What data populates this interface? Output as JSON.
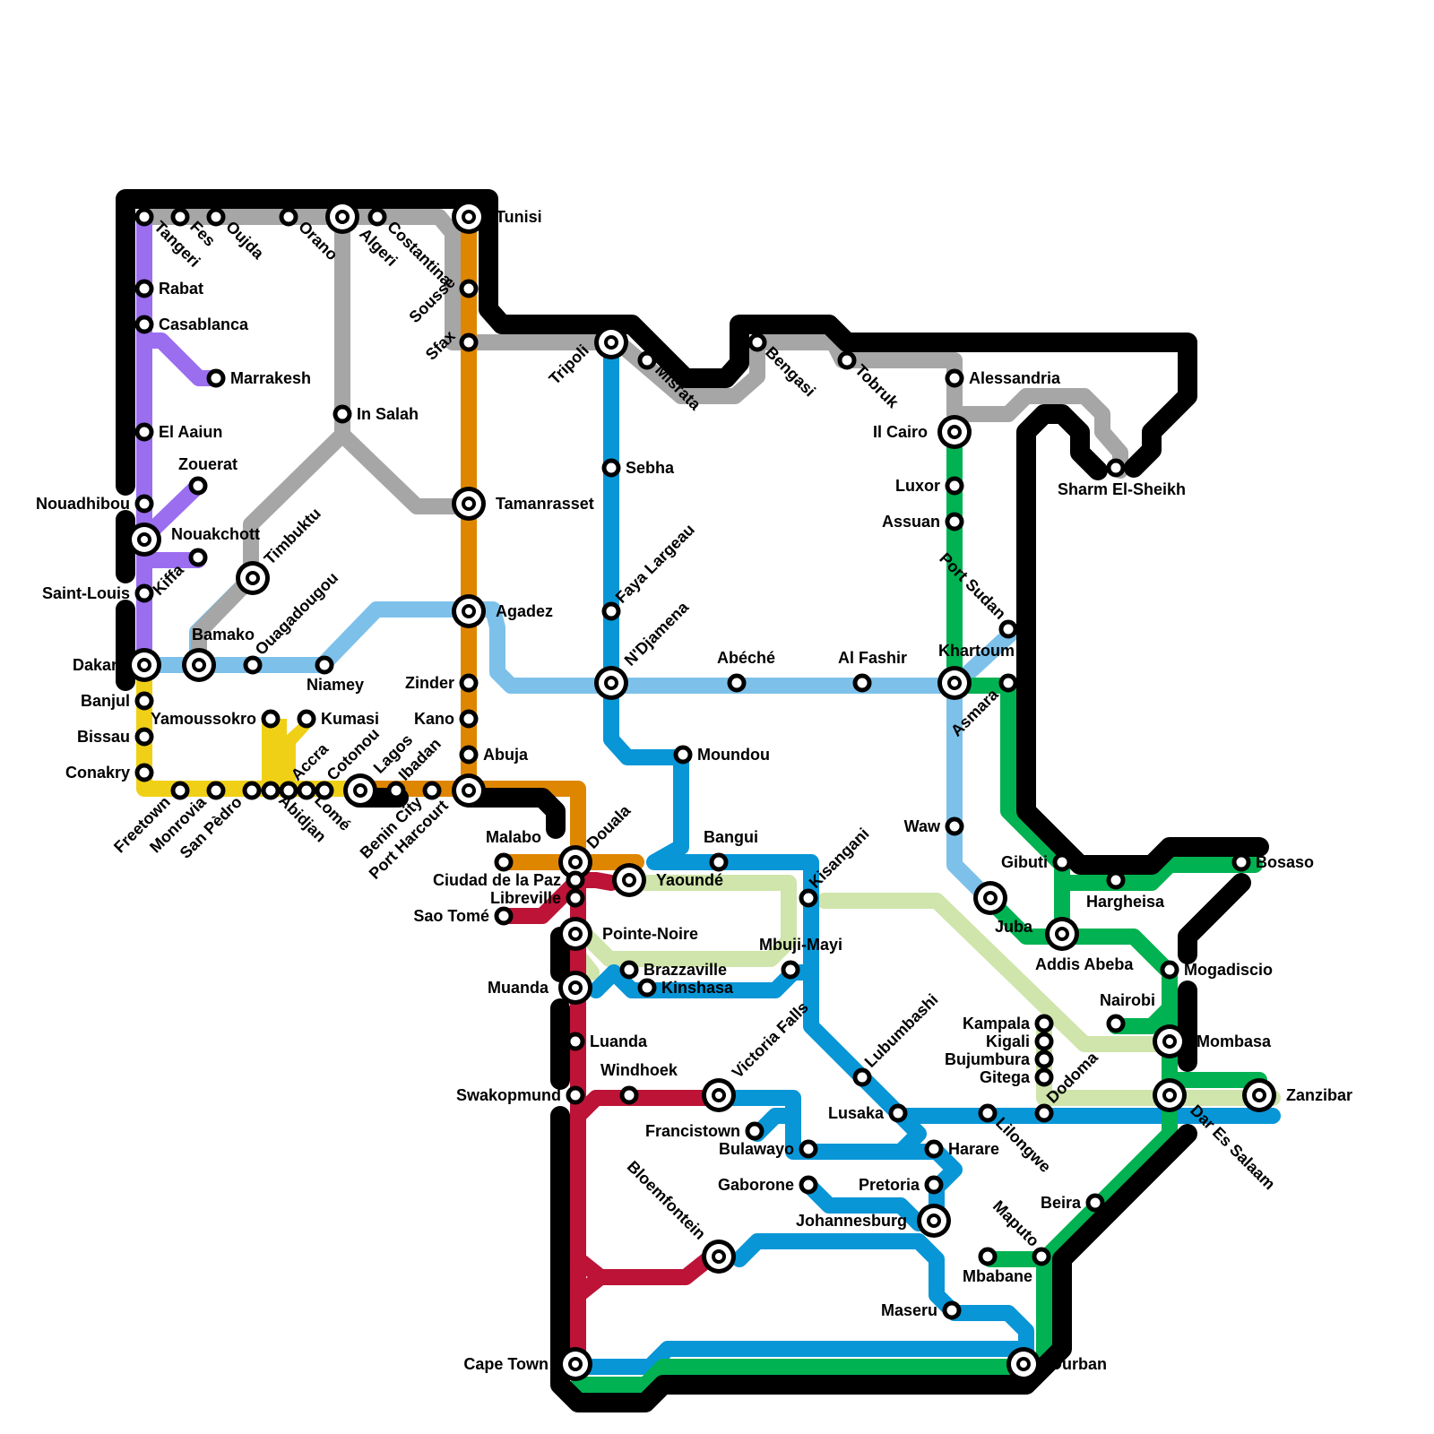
{
  "colors": {
    "black": "#000000",
    "gray": "#a6a6a6",
    "orange": "#df8600",
    "purple": "#9b6ef0",
    "yellow": "#f0d016",
    "light_blue": "#7dc1ea",
    "blue": "#0896d7",
    "crimson": "#bc1337",
    "light_green": "#cfe5ab",
    "green": "#00b251"
  },
  "stations": [
    {
      "id": "tangeri",
      "label": "Tangeri",
      "interchange": false
    },
    {
      "id": "fes",
      "label": "Fes",
      "interchange": false
    },
    {
      "id": "oujda",
      "label": "Oujda",
      "interchange": false
    },
    {
      "id": "orano",
      "label": "Orano",
      "interchange": false
    },
    {
      "id": "algeri",
      "label": "Algeri",
      "interchange": true
    },
    {
      "id": "costantina",
      "label": "Costantina",
      "interchange": false
    },
    {
      "id": "tunisi",
      "label": "Tunisi",
      "interchange": true
    },
    {
      "id": "rabat",
      "label": "Rabat",
      "interchange": false
    },
    {
      "id": "casablanca",
      "label": "Casablanca",
      "interchange": false
    },
    {
      "id": "marrakesh",
      "label": "Marrakesh",
      "interchange": false
    },
    {
      "id": "el-aaiun",
      "label": "El Aaiun",
      "interchange": false
    },
    {
      "id": "zouerat",
      "label": "Zouerat",
      "interchange": false
    },
    {
      "id": "nouadhibou",
      "label": "Nouadhibou",
      "interchange": false
    },
    {
      "id": "nouakchott",
      "label": "Nouakchott",
      "interchange": true
    },
    {
      "id": "kiffa",
      "label": "Kiffa",
      "interchange": false
    },
    {
      "id": "saint-louis",
      "label": "Saint-Louis",
      "interchange": false
    },
    {
      "id": "dakar",
      "label": "Dakar",
      "interchange": true
    },
    {
      "id": "bamako",
      "label": "Bamako",
      "interchange": true
    },
    {
      "id": "ouagadougou",
      "label": "Ouagadougou",
      "interchange": false
    },
    {
      "id": "niamey",
      "label": "Niamey",
      "interchange": false
    },
    {
      "id": "timbuktu",
      "label": "Timbuktu",
      "interchange": true
    },
    {
      "id": "in-salah",
      "label": "In Salah",
      "interchange": false
    },
    {
      "id": "sousse",
      "label": "Sousse",
      "interchange": false
    },
    {
      "id": "sfax",
      "label": "Sfax",
      "interchange": false
    },
    {
      "id": "tamanrasset",
      "label": "Tamanrasset",
      "interchange": true
    },
    {
      "id": "agadez",
      "label": "Agadez",
      "interchange": true
    },
    {
      "id": "zinder",
      "label": "Zinder",
      "interchange": false
    },
    {
      "id": "kano",
      "label": "Kano",
      "interchange": false
    },
    {
      "id": "abuja",
      "label": "Abuja",
      "interchange": false
    },
    {
      "id": "banjul",
      "label": "Banjul",
      "interchange": false
    },
    {
      "id": "bissau",
      "label": "Bissau",
      "interchange": false
    },
    {
      "id": "conakry",
      "label": "Conakry",
      "interchange": false
    },
    {
      "id": "freetown",
      "label": "Freetown",
      "interchange": false
    },
    {
      "id": "monrovia",
      "label": "Monrovia",
      "interchange": false
    },
    {
      "id": "san-pedro",
      "label": "San Pèdro",
      "interchange": false
    },
    {
      "id": "abidjan",
      "label": "Abidjan",
      "interchange": false
    },
    {
      "id": "yamoussokro",
      "label": "Yamoussokro",
      "interchange": false
    },
    {
      "id": "kumasi",
      "label": "Kumasi",
      "interchange": false
    },
    {
      "id": "accra",
      "label": "Accra",
      "interchange": false
    },
    {
      "id": "lome",
      "label": "Lomé",
      "interchange": false
    },
    {
      "id": "cotonou",
      "label": "Cotonou",
      "interchange": false
    },
    {
      "id": "lagos",
      "label": "Lagos",
      "interchange": true
    },
    {
      "id": "ibadan",
      "label": "Ibadan",
      "interchange": false
    },
    {
      "id": "benin-city",
      "label": "Benin City",
      "interchange": false
    },
    {
      "id": "port-harcourt",
      "label": "Port Harcourt",
      "interchange": true
    },
    {
      "id": "tripoli",
      "label": "Tripoli",
      "interchange": true
    },
    {
      "id": "misrata",
      "label": "Misrata",
      "interchange": false
    },
    {
      "id": "bengasi",
      "label": "Bengasi",
      "interchange": false
    },
    {
      "id": "tobruk",
      "label": "Tobruk",
      "interchange": false
    },
    {
      "id": "alessandria",
      "label": "Alessandria",
      "interchange": false
    },
    {
      "id": "il-cairo",
      "label": "Il Cairo",
      "interchange": true
    },
    {
      "id": "luxor",
      "label": "Luxor",
      "interchange": false
    },
    {
      "id": "assuan",
      "label": "Assuan",
      "interchange": false
    },
    {
      "id": "sharm",
      "label": "Sharm El-Sheikh",
      "interchange": false
    },
    {
      "id": "sebha",
      "label": "Sebha",
      "interchange": false
    },
    {
      "id": "faya-largeau",
      "label": "Faya Largeau",
      "interchange": false
    },
    {
      "id": "ndjamena",
      "label": "N'Djamena",
      "interchange": true
    },
    {
      "id": "abeche",
      "label": "Abéché",
      "interchange": false
    },
    {
      "id": "al-fashir",
      "label": "Al Fashir",
      "interchange": false
    },
    {
      "id": "khartoum",
      "label": "Khartoum",
      "interchange": true
    },
    {
      "id": "port-sudan",
      "label": "Port Sudan",
      "interchange": false
    },
    {
      "id": "asmara",
      "label": "Asmara",
      "interchange": false
    },
    {
      "id": "moundou",
      "label": "Moundou",
      "interchange": false
    },
    {
      "id": "bangui",
      "label": "Bangui",
      "interchange": false
    },
    {
      "id": "malabo",
      "label": "Malabo",
      "interchange": false
    },
    {
      "id": "douala",
      "label": "Douala",
      "interchange": true
    },
    {
      "id": "ciudad",
      "label": "Ciudad de la Paz",
      "interchange": false
    },
    {
      "id": "libreville",
      "label": "Libreville",
      "interchange": false
    },
    {
      "id": "sao-tome",
      "label": "Sao Tomé",
      "interchange": false
    },
    {
      "id": "yaounde",
      "label": "Yaoundé",
      "interchange": true
    },
    {
      "id": "kisangani",
      "label": "Kisangani",
      "interchange": false
    },
    {
      "id": "waw",
      "label": "Waw",
      "interchange": false
    },
    {
      "id": "gibuti",
      "label": "Gibuti",
      "interchange": false
    },
    {
      "id": "hargheisa",
      "label": "Hargheisa",
      "interchange": false
    },
    {
      "id": "bosaso",
      "label": "Bosaso",
      "interchange": false
    },
    {
      "id": "juba",
      "label": "Juba",
      "interchange": true
    },
    {
      "id": "addis-abeba",
      "label": "Addis Abeba",
      "interchange": true
    },
    {
      "id": "pointe-noire",
      "label": "Pointe-Noire",
      "interchange": true
    },
    {
      "id": "brazzaville",
      "label": "Brazzaville",
      "interchange": false
    },
    {
      "id": "kinshasa",
      "label": "Kinshasa",
      "interchange": false
    },
    {
      "id": "mbuji-mayi",
      "label": "Mbuji-Mayi",
      "interchange": false
    },
    {
      "id": "muanda",
      "label": "Muanda",
      "interchange": true
    },
    {
      "id": "mogadiscio",
      "label": "Mogadiscio",
      "interchange": false
    },
    {
      "id": "nairobi",
      "label": "Nairobi",
      "interchange": false
    },
    {
      "id": "mombasa",
      "label": "Mombasa",
      "interchange": true
    },
    {
      "id": "kampala",
      "label": "Kampala",
      "interchange": false
    },
    {
      "id": "kigali",
      "label": "Kigali",
      "interchange": false
    },
    {
      "id": "bujumbura",
      "label": "Bujumbura",
      "interchange": false
    },
    {
      "id": "gitega",
      "label": "Gitega",
      "interchange": false
    },
    {
      "id": "dodoma",
      "label": "Dodoma",
      "interchange": false
    },
    {
      "id": "dar-es-salaam",
      "label": "Dar Es Salaam",
      "interchange": true
    },
    {
      "id": "zanzibar",
      "label": "Zanzibar",
      "interchange": true
    },
    {
      "id": "luanda",
      "label": "Luanda",
      "interchange": false
    },
    {
      "id": "swakopmund",
      "label": "Swakopmund",
      "interchange": false
    },
    {
      "id": "windhoek",
      "label": "Windhoek",
      "interchange": false
    },
    {
      "id": "victoria-falls",
      "label": "Victoria Falls",
      "interchange": true
    },
    {
      "id": "lubumbashi",
      "label": "Lubumbashi",
      "interchange": false
    },
    {
      "id": "lusaka",
      "label": "Lusaka",
      "interchange": false
    },
    {
      "id": "lilongwe",
      "label": "Lilongwe",
      "interchange": false
    },
    {
      "id": "francistown",
      "label": "Francistown",
      "interchange": false
    },
    {
      "id": "bulawayo",
      "label": "Bulawayo",
      "interchange": false
    },
    {
      "id": "harare",
      "label": "Harare",
      "interchange": false
    },
    {
      "id": "gaborone",
      "label": "Gaborone",
      "interchange": false
    },
    {
      "id": "pretoria",
      "label": "Pretoria",
      "interchange": false
    },
    {
      "id": "johannesburg",
      "label": "Johannesburg",
      "interchange": true
    },
    {
      "id": "beira",
      "label": "Beira",
      "interchange": false
    },
    {
      "id": "maputo",
      "label": "Maputo",
      "interchange": false
    },
    {
      "id": "mbabane",
      "label": "Mbabane",
      "interchange": false
    },
    {
      "id": "bloemfontein",
      "label": "Bloemfontein",
      "interchange": true
    },
    {
      "id": "maseru",
      "label": "Maseru",
      "interchange": false
    },
    {
      "id": "cape-town",
      "label": "Cape Town",
      "interchange": true
    },
    {
      "id": "durban",
      "label": "Durban",
      "interchange": true
    }
  ]
}
